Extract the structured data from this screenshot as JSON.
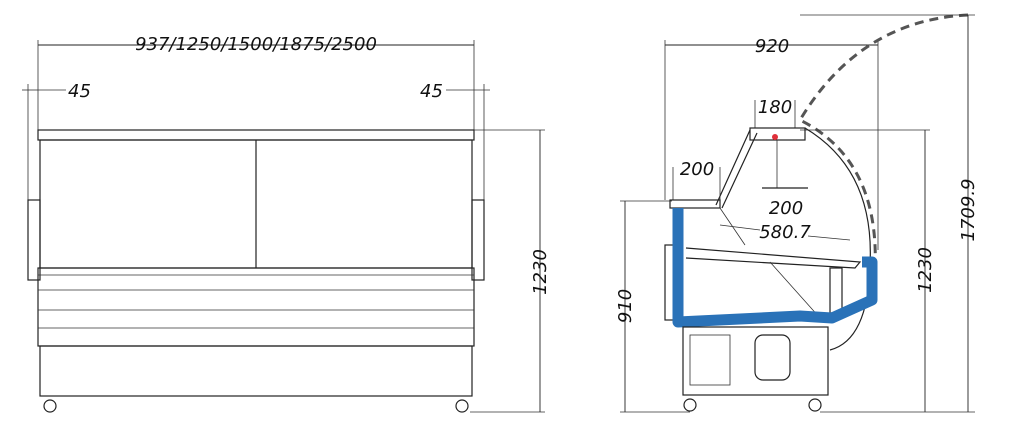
{
  "front_view": {
    "width_label": "937/1250/1500/1875/2500",
    "left_offset_label": "45",
    "right_offset_label": "45",
    "height_label": "1230"
  },
  "side_view": {
    "depth_label": "920",
    "canopy_label": "180",
    "top_shelf_label": "200",
    "shelf_label": "200",
    "display_depth_label": "580.7",
    "counter_height_label": "910",
    "height_label": "1230",
    "open_height_label": "1709.9"
  },
  "colors": {
    "insulation": "#2a72b8",
    "lamp": "#e0303a"
  }
}
